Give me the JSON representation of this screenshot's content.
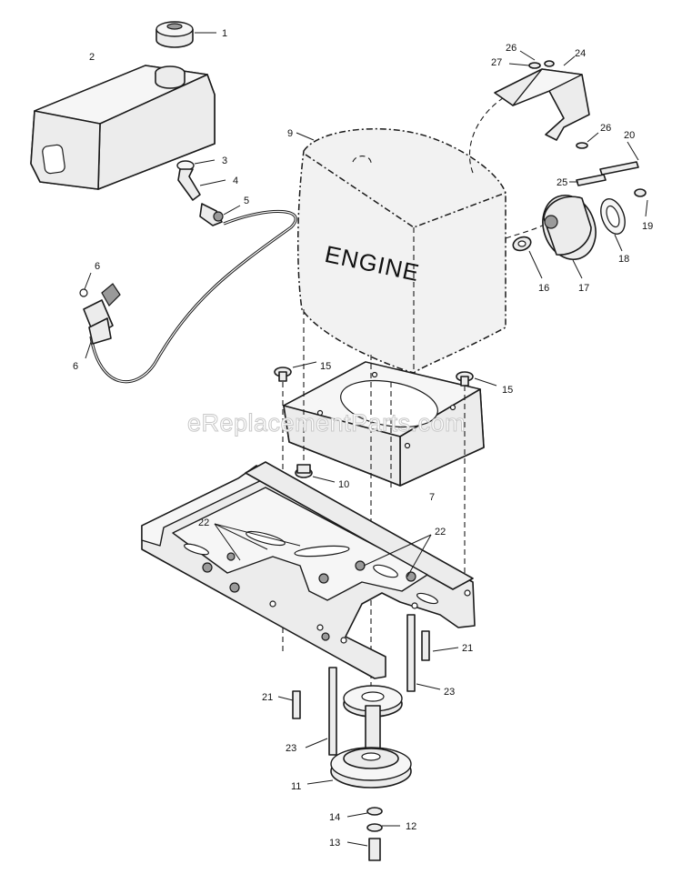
{
  "diagram": {
    "engine_label": "ENGINE",
    "watermark": "eReplacementParts.com",
    "callouts": {
      "c1": "1",
      "c2": "2",
      "c3": "3",
      "c4": "4",
      "c5": "5",
      "c6a": "6",
      "c6b": "6",
      "c7": "7",
      "c9": "9",
      "c10": "10",
      "c11": "11",
      "c12": "12",
      "c13": "13",
      "c14": "14",
      "c15a": "15",
      "c15b": "15",
      "c16": "16",
      "c17": "17",
      "c18": "18",
      "c19": "19",
      "c20": "20",
      "c21a": "21",
      "c21b": "21",
      "c22a": "22",
      "c22b": "22",
      "c23a": "23",
      "c23b": "23",
      "c24": "24",
      "c25": "25",
      "c26a": "26",
      "c26b": "26",
      "c27": "27"
    }
  }
}
